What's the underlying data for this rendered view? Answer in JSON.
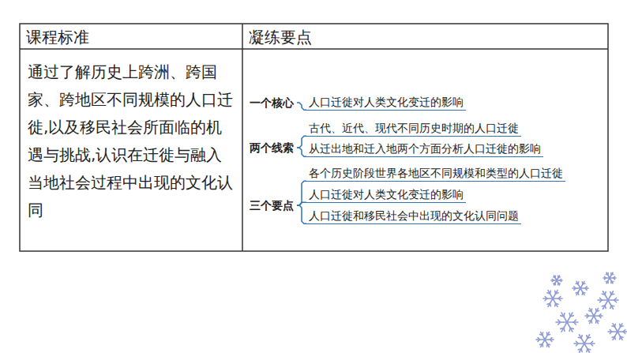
{
  "diagram": {
    "nodes": [
      {
        "text": [
          "课程标准"
        ]
      },
      {
        "text": [
          "凝练要点"
        ]
      },
      {
        "text": [
          "通过了解历史上跨洲、跨国家、跨地区不同规模的人口迁徙,以及移民社会所面临的机遇与挑战,认识在迁徙与融入当地社会过程中出现的文化认同"
        ]
      },
      {
        "text": [
          "一个核心"
        ]
      },
      {
        "text": [
          "人口迁徙对人类文化变迁的影响"
        ]
      },
      {
        "text": [
          "两个线索"
        ]
      },
      {
        "text": [
          "古代、近代、现代不同历史时期的人口迁徙"
        ]
      },
      {
        "text": [
          "从迁出地和迁入地两个方面分析人口迁徙的影响"
        ]
      },
      {
        "text": [
          "三个要点"
        ]
      },
      {
        "text": [
          "各个历史阶段世界各地区不同规模和类型的人口迁徙"
        ]
      },
      {
        "text": [
          "人口迁徙对人类文化变迁的影响"
        ]
      },
      {
        "text": [
          "人口迁徙和移民社会中出现的文化认同问题"
        ]
      }
    ],
    "edges": [
      {
        "from": 3,
        "to": 4,
        "arrow": "none"
      },
      {
        "from": 5,
        "to": 6,
        "arrow": "none"
      },
      {
        "from": 5,
        "to": 7,
        "arrow": "none"
      },
      {
        "from": 8,
        "to": 9,
        "arrow": "none"
      },
      {
        "from": 8,
        "to": 10,
        "arrow": "none"
      },
      {
        "from": 8,
        "to": 11,
        "arrow": "none"
      }
    ]
  }
}
